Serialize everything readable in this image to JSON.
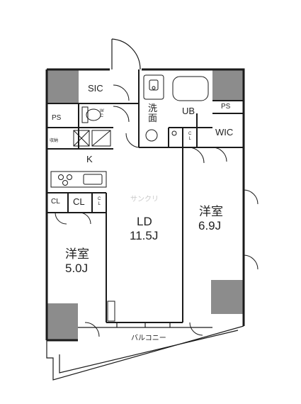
{
  "rooms": {
    "sic": "SIC",
    "washroom": "洗\n面",
    "ub": "UB",
    "ps_left": "PS",
    "ps_right": "PS",
    "wc": "W\nC",
    "wic": "WIC",
    "cl_bath": "C\nL",
    "storage": "収納",
    "kitchen": "K",
    "cl_a": "CL",
    "cl_b": "CL",
    "cl_c": "C\nL",
    "ld_name": "LD",
    "ld_size": "11.5J",
    "bed_right_name": "洋室",
    "bed_right_size": "6.9J",
    "bed_left_name": "洋室",
    "bed_left_size": "5.0J",
    "balcony": "バルコニー"
  },
  "watermark": "サンクリ",
  "colors": {
    "wall": "#1a1a1a",
    "column": "#8c8c8c",
    "floor": "#ffffff"
  }
}
